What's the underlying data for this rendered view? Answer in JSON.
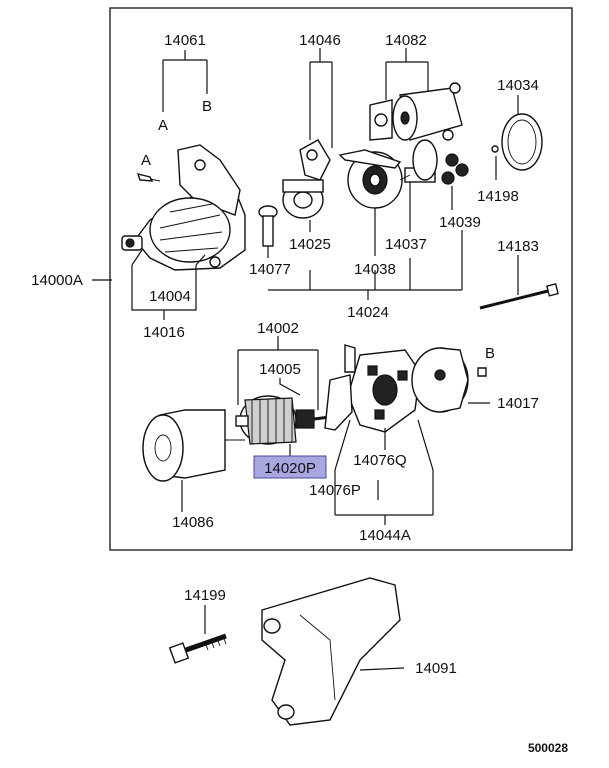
{
  "labels": {
    "p14061": "14061",
    "p14046": "14046",
    "p14082": "14082",
    "p14034": "14034",
    "p14198": "14198",
    "p14025": "14025",
    "p14037": "14037",
    "p14039": "14039",
    "p14183": "14183",
    "p14077": "14077",
    "p14038": "14038",
    "p14000A": "14000A",
    "p14004": "14004",
    "p14024": "14024",
    "p14016": "14016",
    "p14002": "14002",
    "p14005": "14005",
    "p14017": "14017",
    "p14020P": "14020P",
    "p14076Q": "14076Q",
    "p14076P": "14076P",
    "p14086": "14086",
    "p14044A": "14044A",
    "p14199": "14199",
    "p14091": "14091"
  },
  "letters": {
    "a_top": "A",
    "b_top": "B",
    "a_screw": "A",
    "b_screw": "B"
  },
  "highlighted_part": "14020P",
  "highlight_color": "#a9a7e0",
  "doc_number": "500028"
}
